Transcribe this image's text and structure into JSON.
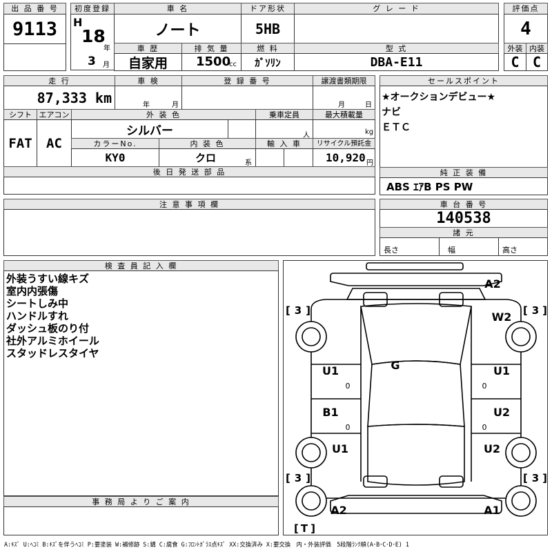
{
  "headers": {
    "lot_no": "出 品 番 号",
    "first_reg": "初度登録",
    "car_name": "車 名",
    "door": "ドア形状",
    "grade": "グ レ ー ド",
    "score": "評価点",
    "history": "車 歴",
    "displacement": "排 気 量",
    "fuel": "燃 料",
    "model_code": "型 式",
    "ext": "外装",
    "int": "内装",
    "mileage": "走 行",
    "inspection": "車 検",
    "reg_no": "登 録 番 号",
    "transfer_doc": "譲渡書類期限",
    "sales_point": "セールスポイント",
    "shift": "シフト",
    "aircon": "エアコン",
    "ext_color": "外 装 色",
    "capacity": "乗車定員",
    "load": "最大積載量",
    "color_no": "カラーNo.",
    "int_color": "内 装 色",
    "import": "輸 入 車",
    "recycle": "リサイクル預託金",
    "later_parts": "後 日 発 送 部 品",
    "genuine": "純 正 装 備",
    "notes": "注 意 事 項 欄",
    "chassis": "車 台 番 号",
    "specs": "諸 元",
    "inspector": "検 査 員 記 入 欄",
    "office": "事 務 局 よ り ご 案 内"
  },
  "values": {
    "lot_no": "9113",
    "era": "H",
    "year": "18",
    "year_unit": "年",
    "month": "3",
    "month_unit": "月",
    "car_name": "ノート",
    "door": "5HB",
    "grade": "",
    "score": "4",
    "history": "自家用",
    "displacement": "1500",
    "displacement_unit": "cc",
    "fuel": "ｶﾞｿﾘﾝ",
    "model_code": "DBA-E11",
    "ext_score": "C",
    "int_score": "C",
    "mileage": "87,333 km",
    "insp_year_unit": "年",
    "insp_month_unit": "月",
    "transfer_month": "月",
    "transfer_day": "日",
    "shift": "FAT",
    "aircon": "AC",
    "ext_color": "シルバー",
    "capacity_unit": "人",
    "load_unit": "kg",
    "color_no": "KY0",
    "int_color": "クロ",
    "int_color_unit": "系",
    "recycle": "10,920",
    "recycle_unit": "円",
    "genuine": "ABS ｴｱB PS PW",
    "chassis": "140538",
    "length": "長さ",
    "width": "幅",
    "height": "高さ",
    "footer": "A:ｷｽﾞ U:ﾍｺﾐ B:ｷｽﾞを伴うﾍｺﾐ P:要塗装 W:補修跡 S:錆 C:腐食 G:ﾌﾛﾝﾄｶﾞﾗｽ点ｷｽﾞ XX:交換済み X:要交換　内・外装評価　5段階ﾗﾝｸ順(A･B･C･D･E) 1"
  },
  "sales_points": [
    "★オークションデビュー★",
    "ナビ",
    "ＥＴＣ"
  ],
  "inspector_notes": [
    "外装うすい線キズ",
    "室内内張傷",
    "シートしみ中",
    "ハンドルすれ",
    "ダッシュ板のり付",
    "社外アルミホイール",
    "スタッドレスタイヤ"
  ],
  "diagram_marks": {
    "front_bumper": "A2",
    "right_front_wheel": "W2",
    "roof": "G",
    "left_front_door": "U1",
    "right_front_door": "U1",
    "left_rear_door": "B1",
    "right_rear_door": "U2",
    "left_quarter": "U1",
    "right_quarter": "U2",
    "rear_bumper_left": "A2",
    "rear_bumper_right": "A1",
    "tire_tl": "3",
    "tire_tr": "3",
    "tire_bl": "3",
    "tire_br": "3",
    "tire_spare": "T",
    "small_zero": "0"
  }
}
